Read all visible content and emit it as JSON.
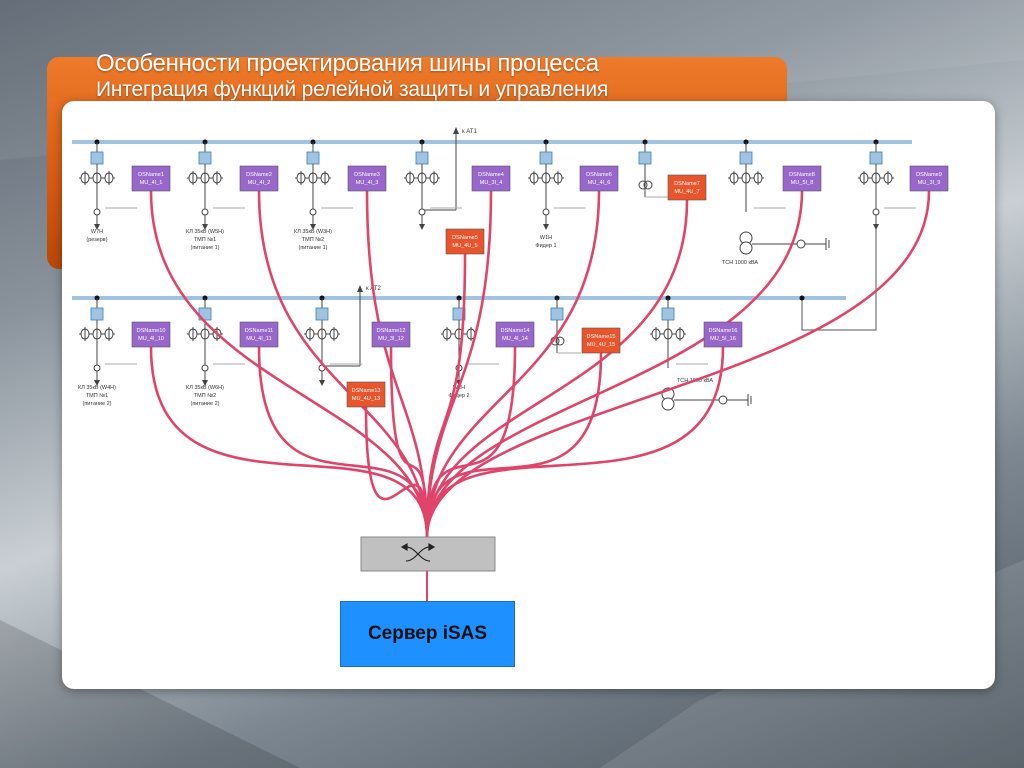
{
  "slide": {
    "title": "Особенности проектирования шины процесса",
    "subtitle": "Интеграция функций релейной защиты и управления"
  },
  "colors": {
    "accent": "#e2661b",
    "bus": "#9fc3e0",
    "ied_purple": "#9966cc",
    "ied_orange": "#e8542b",
    "fiber": "#e0446a",
    "server": "#1e90ff",
    "switch": "#c0c0c0"
  },
  "diagram": {
    "bus_top_label": "к АТ1",
    "bus_bottom_label": "к АТ2",
    "server_label": "Сервер iSAS",
    "devices": [
      {
        "name": "DSName1",
        "mu": "MU_4I_1",
        "kind": "purple"
      },
      {
        "name": "DSName2",
        "mu": "MU_4I_2",
        "kind": "purple"
      },
      {
        "name": "DSName3",
        "mu": "MU_4I_3",
        "kind": "purple"
      },
      {
        "name": "DSName4",
        "mu": "MU_3I_4",
        "kind": "purple"
      },
      {
        "name": "DSName5",
        "mu": "MU_4U_5",
        "kind": "orange"
      },
      {
        "name": "DSName6",
        "mu": "MU_4I_6",
        "kind": "purple"
      },
      {
        "name": "DSName7",
        "mu": "MU_4U_7",
        "kind": "orange"
      },
      {
        "name": "DSName8",
        "mu": "MU_5I_8",
        "kind": "purple"
      },
      {
        "name": "DSName9",
        "mu": "MU_3I_9",
        "kind": "purple"
      },
      {
        "name": "DSName10",
        "mu": "MU_4I_10",
        "kind": "purple"
      },
      {
        "name": "DSName11",
        "mu": "MU_4I_11",
        "kind": "purple"
      },
      {
        "name": "DSName12",
        "mu": "MU_3I_12",
        "kind": "purple"
      },
      {
        "name": "DSName13",
        "mu": "MU_4U_13",
        "kind": "orange"
      },
      {
        "name": "DSName14",
        "mu": "MU_4I_14",
        "kind": "purple"
      },
      {
        "name": "DSName15",
        "mu": "MU_4U_15",
        "kind": "orange"
      },
      {
        "name": "DSName16",
        "mu": "MU_5I_16",
        "kind": "purple"
      }
    ],
    "feeders": [
      {
        "lines": [
          "W7H",
          "(резерв)"
        ]
      },
      {
        "lines": [
          "КЛ 35кВ (W5H)",
          "ТМП №1",
          "(питание 1)"
        ]
      },
      {
        "lines": [
          "КЛ 35кВ (W3H)",
          "ТМП №2",
          "(питание 1)"
        ]
      },
      {
        "lines": [
          "W1H",
          "Фидер 1"
        ]
      },
      {
        "lines": [
          "ТСН 1000 кВА"
        ]
      },
      {
        "lines": [
          "КЛ 35кВ (W4H)",
          "ТМП №1",
          "(питание 2)"
        ]
      },
      {
        "lines": [
          "КЛ 35кВ (W6H)",
          "ТМП №2",
          "(питание 2)"
        ]
      },
      {
        "lines": [
          "W2H",
          "Фидер 2"
        ]
      },
      {
        "lines": [
          "ТСН 1000 кВА"
        ]
      }
    ]
  }
}
